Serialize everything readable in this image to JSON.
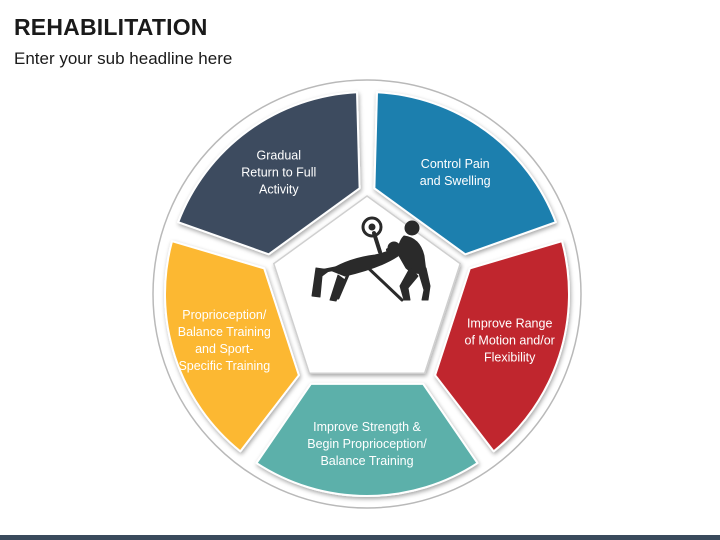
{
  "header": {
    "title": "REHABILITATION",
    "subtitle": "Enter your sub headline here"
  },
  "center_icon": "rehabilitation-therapy-icon",
  "segments": [
    {
      "id": "control-pain",
      "lines": [
        "Control Pain",
        "and Swelling"
      ],
      "color": "#1f7fae"
    },
    {
      "id": "range-of-motion",
      "lines": [
        "Improve Range",
        "of Motion and/or",
        "Flexibility"
      ],
      "color": "#c0272d"
    },
    {
      "id": "strength",
      "lines": [
        "Improve Strength &",
        "Begin Proprioception/",
        "Balance Training"
      ],
      "color": "#5bb0aa"
    },
    {
      "id": "proprioception",
      "lines": [
        "Proprioception/",
        "Balance Training",
        "and Sport-",
        "Specific Training"
      ],
      "color": "#fcb831"
    },
    {
      "id": "gradual-return",
      "lines": [
        "Gradual",
        "Return to Full",
        "Activity"
      ],
      "color": "#3c4b5e"
    }
  ]
}
